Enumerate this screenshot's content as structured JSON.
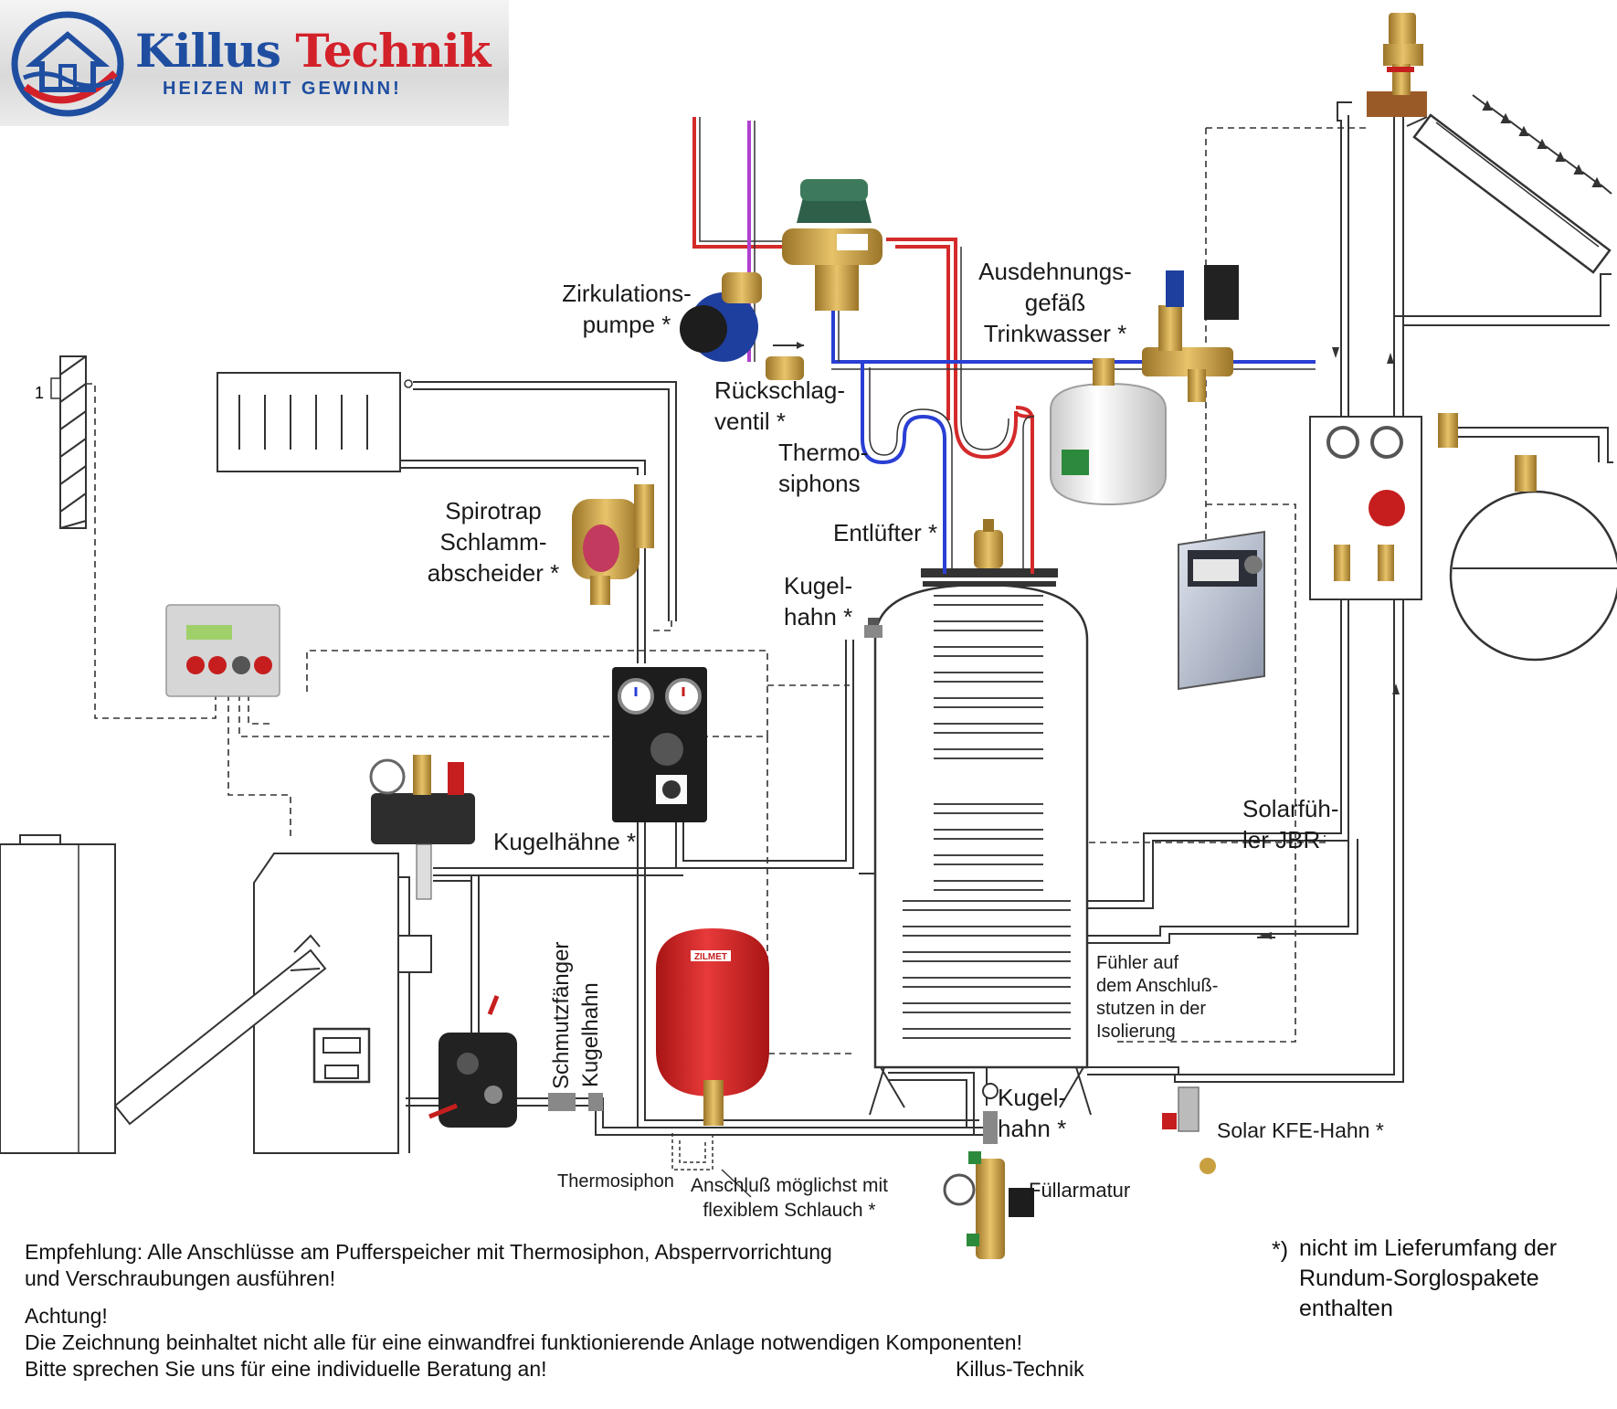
{
  "logo": {
    "brand_first": "Killus",
    "brand_second": "Technik",
    "slogan": "HEIZEN MIT GEWINN!"
  },
  "labels": {
    "zirkulationspumpe_1": "Zirkulations-",
    "zirkulationspumpe_2": "pumpe *",
    "rueckschlag_1": "Rückschlag-",
    "rueckschlag_2": "ventil *",
    "thermosiphons_1": "Thermo-",
    "thermosiphons_2": "siphons",
    "ausdehnung_1": "Ausdehnungs-",
    "ausdehnung_2": "gefäß",
    "ausdehnung_3": "Trinkwasser *",
    "spirotrap_1": "Spirotrap",
    "spirotrap_2": "Schlamm-",
    "spirotrap_3": "abscheider *",
    "entluefter": "Entlüfter *",
    "kugelhahn_top_1": "Kugel-",
    "kugelhahn_top_2": "hahn *",
    "kugelhaehne": "Kugelhähne *",
    "solarfuehler_1": "Solarfüh-",
    "solarfuehler_2": "ler JBR",
    "fuehler_1": "Fühler auf",
    "fuehler_2": "dem Anschluß-",
    "fuehler_3": "stutzen in der",
    "fuehler_4": "Isolierung",
    "schmutzfaenger": "Schmutzfänger",
    "kugelhahn_vert": "Kugelhahn",
    "kugelhahn_bottom_1": "Kugel-",
    "kugelhahn_bottom_2": "hahn *",
    "solar_kfe": "Solar KFE-Hahn *",
    "thermosiphon": "Thermosiphon",
    "anschluss_1": "Anschluß möglichst mit",
    "anschluss_2": "flexiblem Schlauch *",
    "fuellarmatur": "Füllarmatur",
    "sensor_number": "1",
    "expansion_brand": "ZILMET"
  },
  "notes": {
    "empfehlung_1": "Empfehlung: Alle Anschlüsse am Pufferspeicher mit Thermosiphon, Absperrvorrichtung",
    "empfehlung_2": "und Verschraubungen ausführen!",
    "achtung_1": "Achtung!",
    "achtung_2": "Die Zeichnung beinhaltet nicht alle für eine einwandfrei funktionierende Anlage notwendigen Komponenten!",
    "achtung_3": "Bitte sprechen Sie uns für eine individuelle Beratung an!",
    "signature": "Killus-Technik",
    "footnote_mark": "*)",
    "footnote_1": "nicht im Lieferumfang der",
    "footnote_2": "Rundum-Sorglospakete",
    "footnote_3": "enthalten"
  },
  "colors": {
    "hot_pipe": "#d42a2a",
    "cold_pipe": "#2a3fd4",
    "circulation_pipe": "#b040d0",
    "pipe_outline": "#333333",
    "brass": "#c9a040",
    "expansion_red": "#d42020",
    "pump_blue": "#1f3f9f"
  }
}
